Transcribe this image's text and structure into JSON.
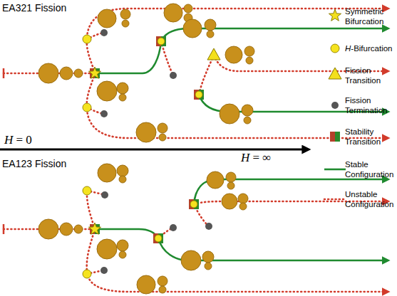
{
  "diagram": {
    "labels": [
      "EA321 Fission",
      "H = 0",
      "H = ∞",
      "EA123 Fission"
    ],
    "legend": [
      {
        "text": "Symmetric Bifurcation"
      },
      {
        "text": "H-Bifurcation"
      },
      {
        "text": "Fission Transition"
      },
      {
        "text": "Fission Termination"
      },
      {
        "text": "Stability Transition"
      },
      {
        "text": "Stable Configuration"
      },
      {
        "text": "Unstable Configuration"
      }
    ]
  }
}
